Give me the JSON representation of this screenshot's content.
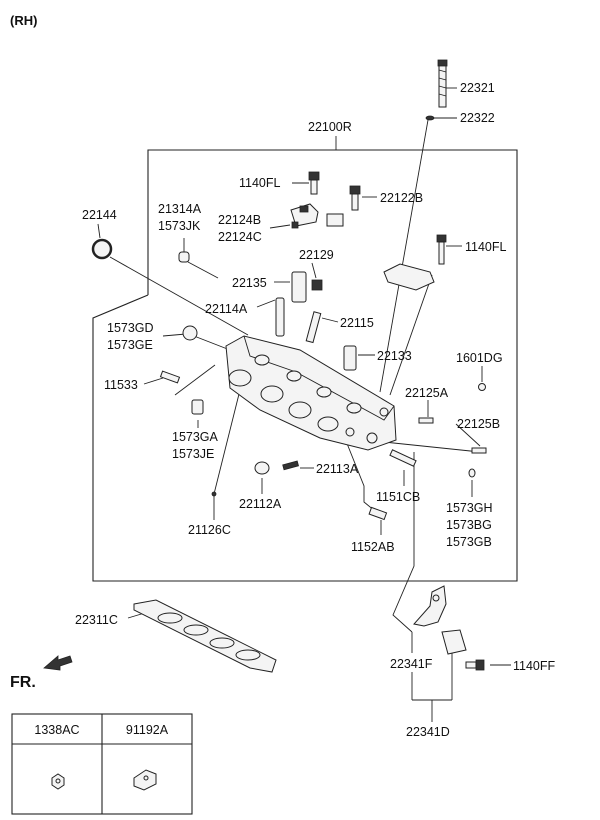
{
  "header": {
    "variant": "(RH)"
  },
  "direction_label": "FR.",
  "parts": {
    "p22321": "22321",
    "p22322": "22322",
    "p22100R": "22100R",
    "p1140FL_a": "1140FL",
    "p22122B": "22122B",
    "p22144": "22144",
    "p21314A": "21314A",
    "p1573JK": "1573JK",
    "p22124B": "22124B",
    "p22124C": "22124C",
    "p1140FL_b": "1140FL",
    "p22129": "22129",
    "p22135": "22135",
    "p22114A": "22114A",
    "p22115": "22115",
    "p1573GD": "1573GD",
    "p1573GE": "1573GE",
    "p22133": "22133",
    "p1601DG": "1601DG",
    "p11533": "11533",
    "p22125A": "22125A",
    "p22125B": "22125B",
    "p1573GA": "1573GA",
    "p1573JE": "1573JE",
    "p22113A": "22113A",
    "p22112A": "22112A",
    "p1151CB": "1151CB",
    "p1573GH": "1573GH",
    "p1573BG": "1573BG",
    "p1573GB": "1573GB",
    "p21126C": "21126C",
    "p1152AB": "1152AB",
    "p22311C": "22311C",
    "p22341F": "22341F",
    "p1140FF": "1140FF",
    "p22341D": "22341D"
  },
  "legend_table": {
    "col1": "1338AC",
    "col2": "91192A"
  }
}
